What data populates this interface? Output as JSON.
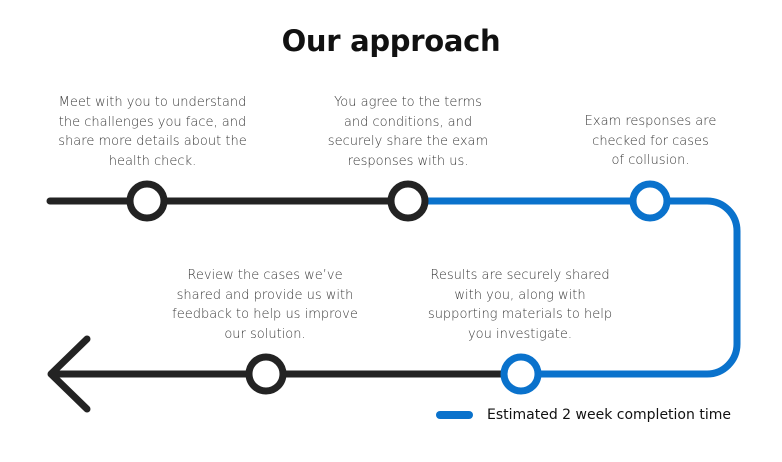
{
  "title": "Our approach",
  "colors": {
    "dark": "#232323",
    "blue": "#0A72CC",
    "text": "#3a3a3a"
  },
  "steps": [
    {
      "order": 1,
      "text": "Meet with you to understand\nthe challenges you face, and\nshare more details about the\nhealth check.",
      "node_color": "dark"
    },
    {
      "order": 2,
      "text": "You agree to the terms\nand conditions, and\nsecurely share the exam\nresponses with us.",
      "node_color": "dark"
    },
    {
      "order": 3,
      "text": "Exam responses are\nchecked for cases\nof collusion.",
      "node_color": "blue"
    },
    {
      "order": 4,
      "text": "Results are securely shared\nwith you, along with\nsupporting materials to help\nyou investigate.",
      "node_color": "blue"
    },
    {
      "order": 5,
      "text": "Review the cases we’ve\nshared and provide us with\nfeedback to help us improve\nour solution.",
      "node_color": "dark"
    }
  ],
  "legend": {
    "label": "Estimated 2 week completion time",
    "color": "blue"
  }
}
